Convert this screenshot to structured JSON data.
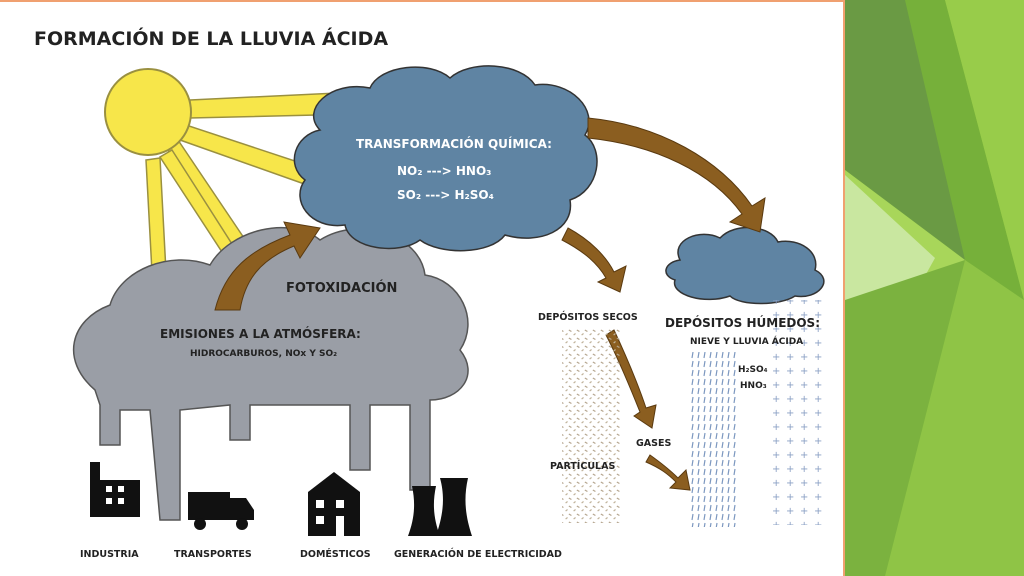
{
  "slide": {
    "title": "FORMACIÓN DE LA LLUVIA ÁCIDA",
    "colors": {
      "background": "#ffffff",
      "frame_border": "#f0a070",
      "sun": "#f7e64a",
      "sun_outline": "#9a9040",
      "blue_cloud": "#5f84a3",
      "grey_cloud": "#9a9ea6",
      "arrow_brown": "#8b5e20",
      "green_dark": "#6ea04a",
      "green_light": "#a8d65a",
      "text": "#222222"
    }
  },
  "diagram": {
    "transformation": {
      "heading": "TRANSFORMACIÓN QUÍMICA:",
      "reaction1": "NO₂ ---> HNO₃",
      "reaction2": "SO₂  ---> H₂SO₄"
    },
    "photoxidation": "FOTOXIDACIÓN",
    "emissions": {
      "heading": "EMISIONES A LA ATMÓSFERA:",
      "detail": "HIDROCARBUROS, NOx Y SO₂"
    },
    "dry_deposits": {
      "heading": "DEPÓSITOS SECOS",
      "particles": "PARTÍCULAS",
      "gases": "GASES"
    },
    "wet_deposits": {
      "heading": "DEPÓSITOS HÚMEDOS:",
      "subheading": "NIEVE Y LLUVIA ÁCIDA",
      "acid1": "H₂SO₄",
      "acid2": "HNO₃"
    },
    "sources": {
      "industry": "INDUSTRIA",
      "transport": "TRANSPORTES",
      "domestic": "DOMÉSTICOS",
      "electricity": "GENERACIÓN DE ELECTRICIDAD"
    }
  }
}
